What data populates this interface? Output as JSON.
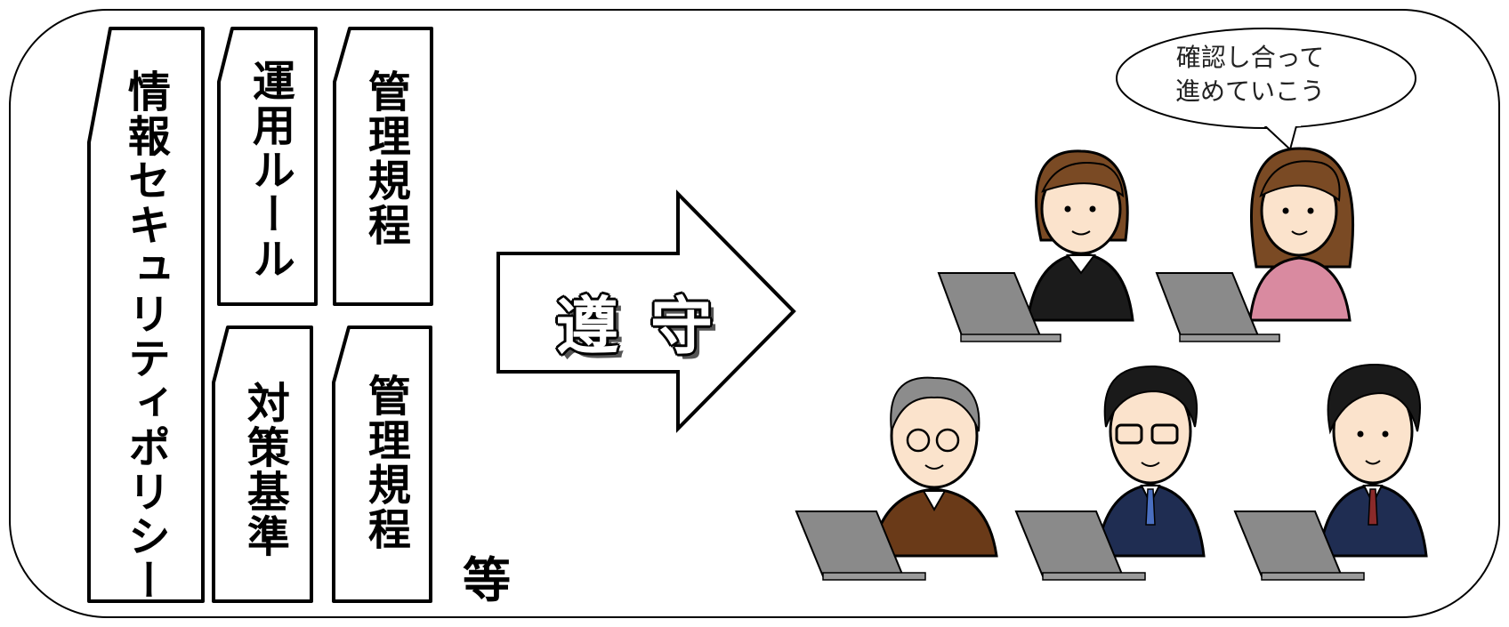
{
  "documents": [
    {
      "id": "policy",
      "label": "情報セキュリティポリシー"
    },
    {
      "id": "rules",
      "label": "運用ルール"
    },
    {
      "id": "mgmt1",
      "label": "管理規程"
    },
    {
      "id": "measures",
      "label": "対策基準"
    },
    {
      "id": "mgmt2",
      "label": "管理規程"
    }
  ],
  "etc_label": "等",
  "arrow_label": "遵守",
  "speech_bubble": {
    "line1": "確認し合って",
    "line2": "進めていこう"
  },
  "colors": {
    "hair_brown": "#7a4a24",
    "hair_black": "#1a1a1a",
    "hair_gray": "#8c8c8c",
    "skin": "#fbe3cc",
    "laptop": "#8a8a8a",
    "suit_navy": "#1f2d52",
    "sweater_brown": "#6a3a18",
    "top_pink": "#d98aa0",
    "top_black": "#1b1b1b"
  }
}
